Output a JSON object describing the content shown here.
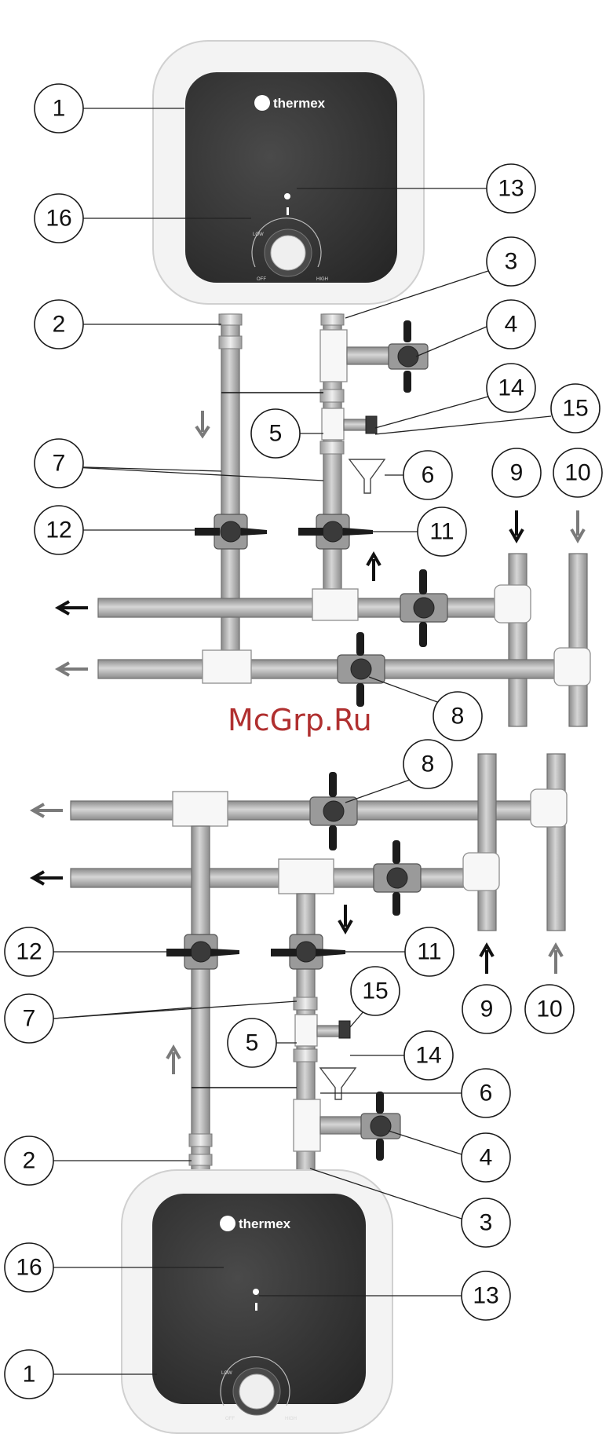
{
  "watermark": "McGrp.Ru",
  "heater": {
    "brand": "thermex",
    "dial_low": "LOW",
    "dial_off": "OFF",
    "dial_high": "HIGH"
  },
  "upper": {
    "callouts": {
      "c1": "1",
      "c2": "2",
      "c3": "3",
      "c4": "4",
      "c5": "5",
      "c6": "6",
      "c7": "7",
      "c8": "8",
      "c9": "9",
      "c10": "10",
      "c11": "11",
      "c12": "12",
      "c13": "13",
      "c14": "14",
      "c15": "15",
      "c16": "16"
    }
  },
  "lower": {
    "callouts": {
      "c1": "1",
      "c2": "2",
      "c3": "3",
      "c4": "4",
      "c5": "5",
      "c6": "6",
      "c7": "7",
      "c8": "8",
      "c9": "9",
      "c10": "10",
      "c11": "11",
      "c12": "12",
      "c13": "13",
      "c14": "14",
      "c15": "15",
      "c16": "16"
    }
  },
  "colors": {
    "hot_arrow": "#111111",
    "cold_arrow": "#7a7a7a",
    "panel": "#2e2e2e",
    "watermark": "#b03030"
  }
}
